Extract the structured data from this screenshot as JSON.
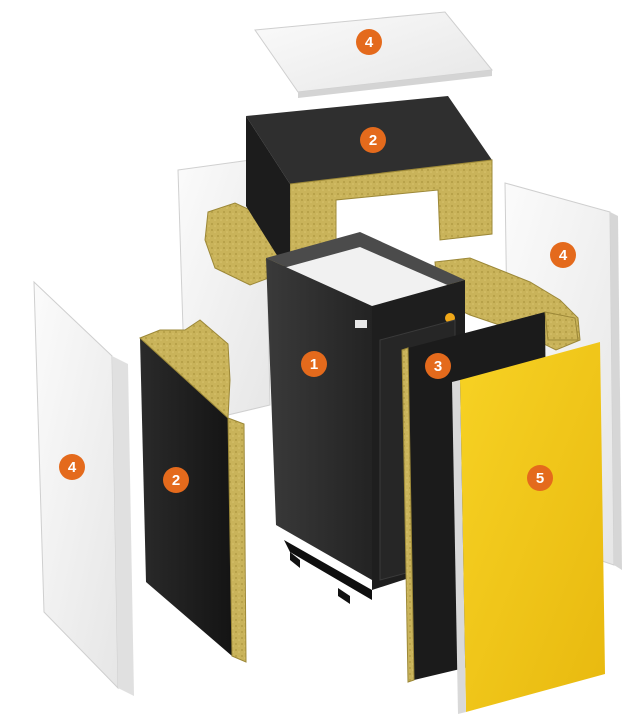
{
  "diagram": {
    "badge_color": "#e46a1c",
    "badges": [
      {
        "id": "top-panel",
        "label": "4"
      },
      {
        "id": "top-insulated-cover",
        "label": "2"
      },
      {
        "id": "right-back-panel",
        "label": "4"
      },
      {
        "id": "boiler-body",
        "label": "1"
      },
      {
        "id": "front-insulation-panel",
        "label": "3"
      },
      {
        "id": "left-outer-panel",
        "label": "4"
      },
      {
        "id": "left-insulated-side",
        "label": "2"
      },
      {
        "id": "yellow-front-door",
        "label": "5"
      }
    ],
    "colors": {
      "panel_white": "#f3f3f3",
      "panel_shadow": "#d9d9d9",
      "insulation": "#c9b35a",
      "dark_panel": "#1f1f1f",
      "boiler": "#2b2b2b",
      "door_yellow": "#f4c81f"
    }
  }
}
